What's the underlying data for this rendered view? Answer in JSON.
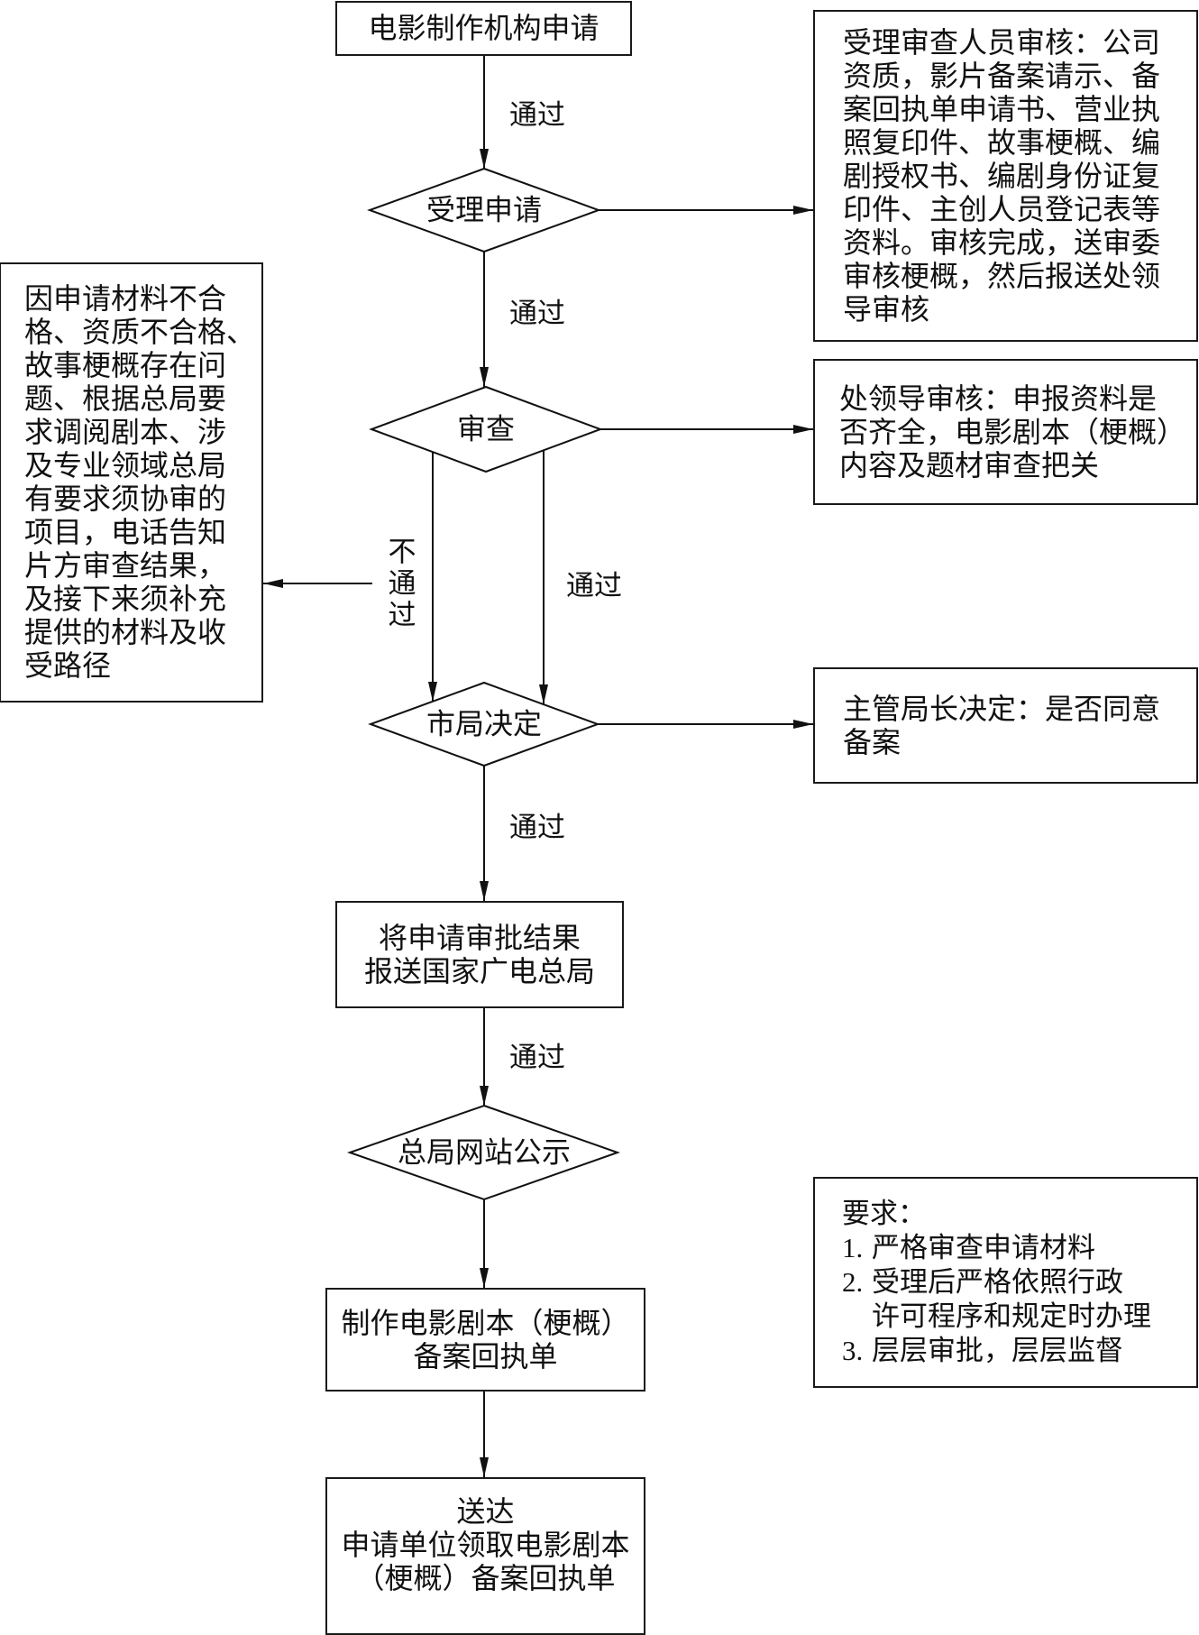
{
  "nodes": {
    "apply": "电影制作机构申请",
    "accept": "受理申请",
    "review": "审查",
    "city_decision": "市局决定",
    "report": [
      "将申请审批结果",
      "报送国家广电总局"
    ],
    "publicize": "总局网站公示",
    "produce_receipt": [
      "制作电影剧本（梗概）",
      "备案回执单"
    ],
    "deliver": [
      "送达",
      "申请单位领取电影剧本",
      "（梗概）备案回执单"
    ]
  },
  "notes": {
    "acceptance_review": [
      "受理审查人员审核：公司",
      "资质，影片备案请示、备",
      "案回执单申请书、营业执",
      "照复印件、故事梗概、编",
      "剧授权书、编剧身份证复",
      "印件、主创人员登记表等",
      "资料。审核完成，送审委",
      "审核梗概，然后报送处领",
      "导审核"
    ],
    "leader_review": [
      "处领导审核：申报资料是",
      "否齐全，电影剧本（梗概）",
      "内容及题材审查把关"
    ],
    "rejection": [
      "因申请材料不合",
      "格、资质不合格、",
      "故事梗概存在问",
      "题、根据总局要",
      "求调阅剧本、涉",
      "及专业领域总局",
      "有要求须协审的",
      "项目，电话告知",
      "片方审查结果，",
      "及接下来须补充",
      "提供的材料及收",
      "受路径"
    ],
    "director_decision": [
      "主管局长决定：是否同意",
      "备案"
    ],
    "requirements": {
      "heading": "要求：",
      "items": [
        {
          "num": "1.",
          "lines": [
            "严格审查申请材料"
          ]
        },
        {
          "num": "2.",
          "lines": [
            "受理后严格依照行政",
            "许可程序和规定时办理"
          ]
        },
        {
          "num": "3.",
          "lines": [
            "层层审批，层层监督"
          ]
        }
      ]
    }
  },
  "edge_labels": {
    "apply_to_accept": "通过",
    "accept_to_review": "通过",
    "review_pass": "通过",
    "review_fail": [
      "不",
      "通",
      "过"
    ],
    "decision_to_report": "通过",
    "report_to_publicize": "通过"
  }
}
